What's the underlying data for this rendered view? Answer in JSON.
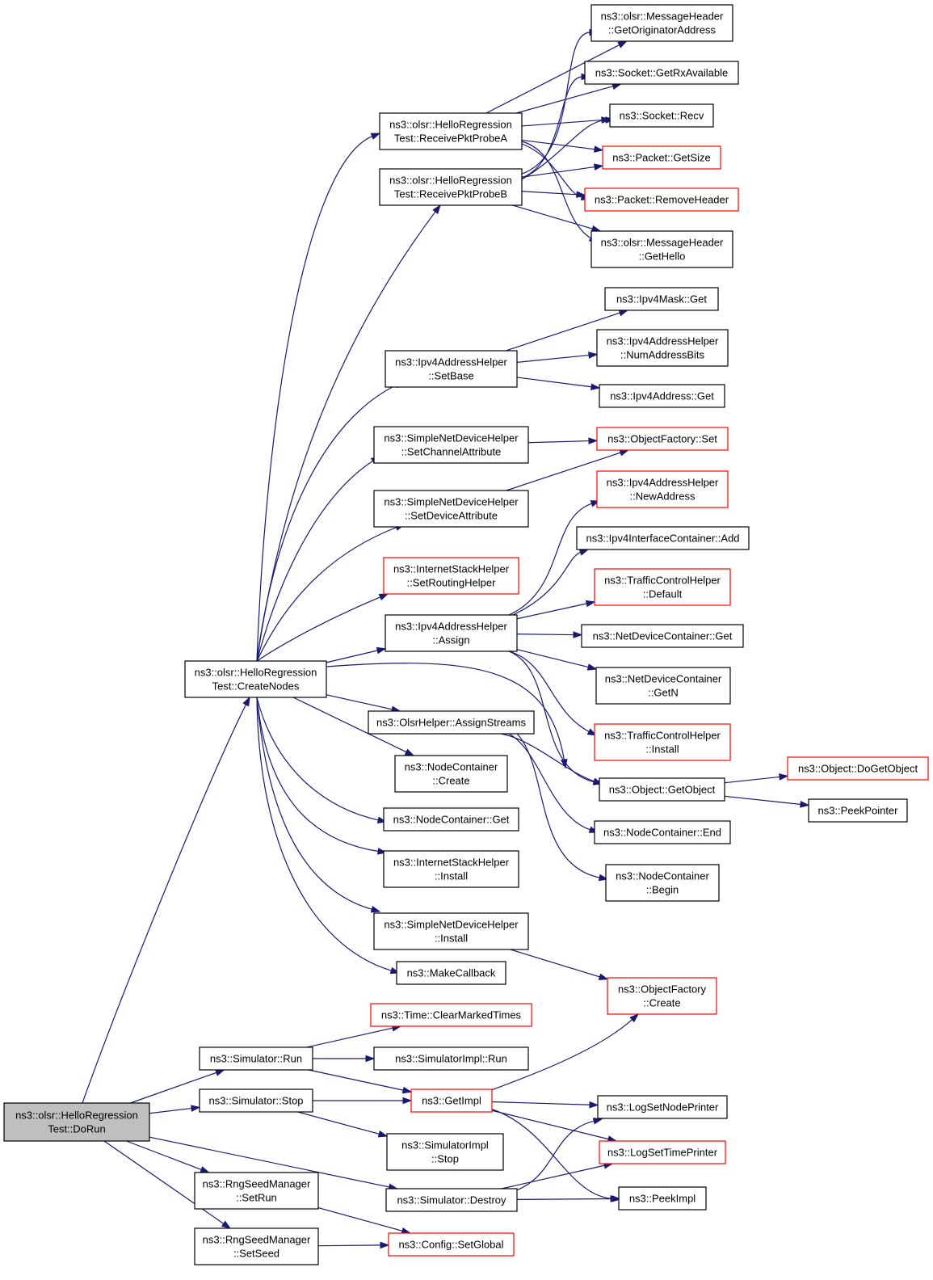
{
  "diagram": {
    "nodes": [
      {
        "id": "dorun",
        "lines": [
          "ns3::olsr::HelloRegression",
          "Test::DoRun"
        ],
        "style": "root",
        "interactable": false
      },
      {
        "id": "createnodes",
        "lines": [
          "ns3::olsr::HelloRegression",
          "Test::CreateNodes"
        ],
        "style": "normal",
        "interactable": true
      },
      {
        "id": "recvA",
        "lines": [
          "ns3::olsr::HelloRegression",
          "Test::ReceivePktProbeA"
        ],
        "style": "normal",
        "interactable": true
      },
      {
        "id": "recvB",
        "lines": [
          "ns3::olsr::HelloRegression",
          "Test::ReceivePktProbeB"
        ],
        "style": "normal",
        "interactable": true
      },
      {
        "id": "msgorig",
        "lines": [
          "ns3::olsr::MessageHeader",
          "::GetOriginatorAddress"
        ],
        "style": "normal",
        "interactable": true
      },
      {
        "id": "sockrx",
        "lines": [
          "ns3::Socket::GetRxAvailable"
        ],
        "style": "normal",
        "interactable": true
      },
      {
        "id": "sockrecv",
        "lines": [
          "ns3::Socket::Recv"
        ],
        "style": "normal",
        "interactable": true
      },
      {
        "id": "pktsize",
        "lines": [
          "ns3::Packet::GetSize"
        ],
        "style": "red",
        "interactable": true
      },
      {
        "id": "pktremove",
        "lines": [
          "ns3::Packet::RemoveHeader"
        ],
        "style": "red",
        "interactable": true
      },
      {
        "id": "msghello",
        "lines": [
          "ns3::olsr::MessageHeader",
          "::GetHello"
        ],
        "style": "normal",
        "interactable": true
      },
      {
        "id": "maskget",
        "lines": [
          "ns3::Ipv4Mask::Get"
        ],
        "style": "normal",
        "interactable": true
      },
      {
        "id": "numbits",
        "lines": [
          "ns3::Ipv4AddressHelper",
          "::NumAddressBits"
        ],
        "style": "normal",
        "interactable": true
      },
      {
        "id": "setbase",
        "lines": [
          "ns3::Ipv4AddressHelper",
          "::SetBase"
        ],
        "style": "normal",
        "interactable": true
      },
      {
        "id": "addrget",
        "lines": [
          "ns3::Ipv4Address::Get"
        ],
        "style": "normal",
        "interactable": true
      },
      {
        "id": "setchan",
        "lines": [
          "ns3::SimpleNetDeviceHelper",
          "::SetChannelAttribute"
        ],
        "style": "normal",
        "interactable": true
      },
      {
        "id": "ofset",
        "lines": [
          "ns3::ObjectFactory::Set"
        ],
        "style": "red",
        "interactable": true
      },
      {
        "id": "setdev",
        "lines": [
          "ns3::SimpleNetDeviceHelper",
          "::SetDeviceAttribute"
        ],
        "style": "normal",
        "interactable": true
      },
      {
        "id": "newaddr",
        "lines": [
          "ns3::Ipv4AddressHelper",
          "::NewAddress"
        ],
        "style": "red",
        "interactable": true
      },
      {
        "id": "ifcadd",
        "lines": [
          "ns3::Ipv4InterfaceContainer::Add"
        ],
        "style": "normal",
        "interactable": true
      },
      {
        "id": "setrouting",
        "lines": [
          "ns3::InternetStackHelper",
          "::SetRoutingHelper"
        ],
        "style": "red",
        "interactable": true
      },
      {
        "id": "tcdefault",
        "lines": [
          "ns3::TrafficControlHelper",
          "::Default"
        ],
        "style": "red",
        "interactable": true
      },
      {
        "id": "assign",
        "lines": [
          "ns3::Ipv4AddressHelper",
          "::Assign"
        ],
        "style": "normal",
        "interactable": true
      },
      {
        "id": "ndcget",
        "lines": [
          "ns3::NetDeviceContainer::Get"
        ],
        "style": "normal",
        "interactable": true
      },
      {
        "id": "ndcgetn",
        "lines": [
          "ns3::NetDeviceContainer",
          "::GetN"
        ],
        "style": "normal",
        "interactable": true
      },
      {
        "id": "assignstreams",
        "lines": [
          "ns3::OlsrHelper::AssignStreams"
        ],
        "style": "normal",
        "interactable": true
      },
      {
        "id": "tcinstall",
        "lines": [
          "ns3::TrafficControlHelper",
          "::Install"
        ],
        "style": "red",
        "interactable": true
      },
      {
        "id": "nccreate",
        "lines": [
          "ns3::NodeContainer",
          "::Create"
        ],
        "style": "normal",
        "interactable": true
      },
      {
        "id": "dogetobject",
        "lines": [
          "ns3::Object::DoGetObject"
        ],
        "style": "red",
        "interactable": true
      },
      {
        "id": "getobject",
        "lines": [
          "ns3::Object::GetObject"
        ],
        "style": "normal",
        "interactable": true
      },
      {
        "id": "peekpointer",
        "lines": [
          "ns3::PeekPointer"
        ],
        "style": "normal",
        "interactable": true
      },
      {
        "id": "ncget",
        "lines": [
          "ns3::NodeContainer::Get"
        ],
        "style": "normal",
        "interactable": true
      },
      {
        "id": "ncend",
        "lines": [
          "ns3::NodeContainer::End"
        ],
        "style": "normal",
        "interactable": true
      },
      {
        "id": "ishinstall",
        "lines": [
          "ns3::InternetStackHelper",
          "::Install"
        ],
        "style": "normal",
        "interactable": true
      },
      {
        "id": "ncbegin",
        "lines": [
          "ns3::NodeContainer",
          "::Begin"
        ],
        "style": "normal",
        "interactable": true
      },
      {
        "id": "sndhinstall",
        "lines": [
          "ns3::SimpleNetDeviceHelper",
          "::Install"
        ],
        "style": "normal",
        "interactable": true
      },
      {
        "id": "makecb",
        "lines": [
          "ns3::MakeCallback"
        ],
        "style": "normal",
        "interactable": true
      },
      {
        "id": "ofcreate",
        "lines": [
          "ns3::ObjectFactory",
          "::Create"
        ],
        "style": "red",
        "interactable": true
      },
      {
        "id": "clearmarked",
        "lines": [
          "ns3::Time::ClearMarkedTimes"
        ],
        "style": "red",
        "interactable": true
      },
      {
        "id": "simrun",
        "lines": [
          "ns3::Simulator::Run"
        ],
        "style": "normal",
        "interactable": true
      },
      {
        "id": "simimplrun",
        "lines": [
          "ns3::SimulatorImpl::Run"
        ],
        "style": "normal",
        "interactable": true
      },
      {
        "id": "simstop",
        "lines": [
          "ns3::Simulator::Stop"
        ],
        "style": "normal",
        "interactable": true
      },
      {
        "id": "getimpl",
        "lines": [
          "ns3::GetImpl"
        ],
        "style": "red",
        "interactable": true
      },
      {
        "id": "lognode",
        "lines": [
          "ns3::LogSetNodePrinter"
        ],
        "style": "normal",
        "interactable": true
      },
      {
        "id": "simimplstop",
        "lines": [
          "ns3::SimulatorImpl",
          "::Stop"
        ],
        "style": "normal",
        "interactable": true
      },
      {
        "id": "logtime",
        "lines": [
          "ns3::LogSetTimePrinter"
        ],
        "style": "red",
        "interactable": true
      },
      {
        "id": "rngsetrun",
        "lines": [
          "ns3::RngSeedManager",
          "::SetRun"
        ],
        "style": "normal",
        "interactable": true
      },
      {
        "id": "simdestroy",
        "lines": [
          "ns3::Simulator::Destroy"
        ],
        "style": "normal",
        "interactable": true
      },
      {
        "id": "peekimpl",
        "lines": [
          "ns3::PeekImpl"
        ],
        "style": "normal",
        "interactable": true
      },
      {
        "id": "rngsetseed",
        "lines": [
          "ns3::RngSeedManager",
          "::SetSeed"
        ],
        "style": "normal",
        "interactable": true
      },
      {
        "id": "cfgsetglobal",
        "lines": [
          "ns3::Config::SetGlobal"
        ],
        "style": "red",
        "interactable": true
      }
    ],
    "edges": [
      [
        "dorun",
        "createnodes"
      ],
      [
        "dorun",
        "simrun"
      ],
      [
        "dorun",
        "simstop"
      ],
      [
        "dorun",
        "simdestroy"
      ],
      [
        "dorun",
        "rngsetrun"
      ],
      [
        "dorun",
        "rngsetseed"
      ],
      [
        "createnodes",
        "recvA"
      ],
      [
        "createnodes",
        "recvB"
      ],
      [
        "createnodes",
        "setbase"
      ],
      [
        "createnodes",
        "setchan"
      ],
      [
        "createnodes",
        "setdev"
      ],
      [
        "createnodes",
        "setrouting"
      ],
      [
        "createnodes",
        "assign"
      ],
      [
        "createnodes",
        "assignstreams"
      ],
      [
        "createnodes",
        "nccreate"
      ],
      [
        "createnodes",
        "ncget"
      ],
      [
        "createnodes",
        "ishinstall"
      ],
      [
        "createnodes",
        "sndhinstall"
      ],
      [
        "createnodes",
        "makecb"
      ],
      [
        "createnodes",
        "getobject"
      ],
      [
        "recvA",
        "msgorig"
      ],
      [
        "recvA",
        "sockrx"
      ],
      [
        "recvA",
        "sockrecv"
      ],
      [
        "recvA",
        "pktsize"
      ],
      [
        "recvA",
        "pktremove"
      ],
      [
        "recvA",
        "msghello"
      ],
      [
        "recvB",
        "msgorig"
      ],
      [
        "recvB",
        "sockrx"
      ],
      [
        "recvB",
        "sockrecv"
      ],
      [
        "recvB",
        "pktsize"
      ],
      [
        "recvB",
        "pktremove"
      ],
      [
        "recvB",
        "msghello"
      ],
      [
        "setbase",
        "maskget"
      ],
      [
        "setbase",
        "numbits"
      ],
      [
        "setbase",
        "addrget"
      ],
      [
        "setchan",
        "ofset"
      ],
      [
        "setdev",
        "ofset"
      ],
      [
        "assign",
        "newaddr"
      ],
      [
        "assign",
        "ifcadd"
      ],
      [
        "assign",
        "tcdefault"
      ],
      [
        "assign",
        "ndcget"
      ],
      [
        "assign",
        "ndcgetn"
      ],
      [
        "assign",
        "tcinstall"
      ],
      [
        "assign",
        "getobject"
      ],
      [
        "assignstreams",
        "getobject"
      ],
      [
        "assignstreams",
        "ncend"
      ],
      [
        "assignstreams",
        "ncbegin"
      ],
      [
        "getobject",
        "dogetobject"
      ],
      [
        "getobject",
        "peekpointer"
      ],
      [
        "sndhinstall",
        "ofcreate"
      ],
      [
        "simrun",
        "clearmarked"
      ],
      [
        "simrun",
        "simimplrun"
      ],
      [
        "simrun",
        "getimpl"
      ],
      [
        "simstop",
        "getimpl"
      ],
      [
        "simstop",
        "simimplstop"
      ],
      [
        "getimpl",
        "ofcreate"
      ],
      [
        "getimpl",
        "lognode"
      ],
      [
        "getimpl",
        "logtime"
      ],
      [
        "getimpl",
        "peekimpl"
      ],
      [
        "simdestroy",
        "lognode"
      ],
      [
        "simdestroy",
        "logtime"
      ],
      [
        "simdestroy",
        "peekimpl"
      ],
      [
        "rngsetrun",
        "cfgsetglobal"
      ],
      [
        "rngsetseed",
        "cfgsetglobal"
      ]
    ]
  }
}
